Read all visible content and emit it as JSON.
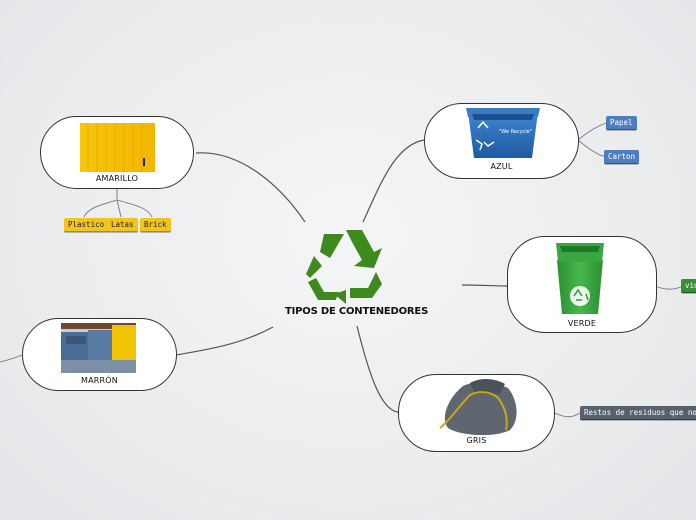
{
  "central": {
    "title": "TIPOS DE CONTENEDORES",
    "icon": "recycle-icon",
    "color": "#3f8a1f"
  },
  "branches": {
    "amarillo": {
      "label": "AMARILLO",
      "image": "yellow-container-image",
      "color": "#f6c20f",
      "tags": [
        "Plastico",
        "Latas",
        "Brick"
      ]
    },
    "marron": {
      "label": "MARRÓN",
      "image": "brown-bins-image"
    },
    "azul": {
      "label": "AZUL",
      "image": "blue-recycle-bin-image",
      "color": "#2f6fb7",
      "bin_text": "\"We Recycle\"",
      "tags": [
        "Papel",
        "Carton"
      ]
    },
    "verde": {
      "label": "VERDE",
      "image": "green-recycle-bin-image",
      "color": "#2f9a35",
      "tags": [
        "vid"
      ]
    },
    "gris": {
      "label": "GRIS",
      "image": "grey-trash-bag-image",
      "color": "#5f6670",
      "tags": [
        "Restos de residuos que no se"
      ]
    }
  }
}
